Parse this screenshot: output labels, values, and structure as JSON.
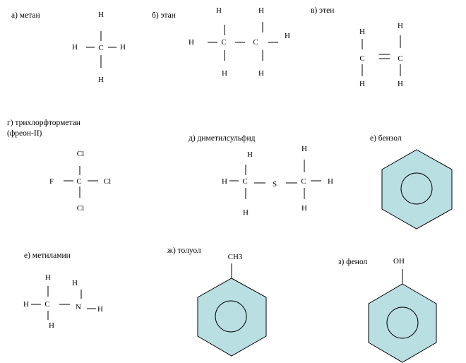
{
  "colors": {
    "ring_fill": "#b9dfe2",
    "stroke": "#000000"
  },
  "captions": {
    "a": "а) метан",
    "b": "б) этан",
    "v": "в) этен",
    "g1": "г) трихлорфторметан",
    "g2": "(фреон-II)",
    "d": "д) диметилсульфид",
    "e_benz": "е) бензол",
    "e_methylamine": "е) метиламин",
    "zh": "ж) толуол",
    "z": "з) фенол"
  },
  "atoms": {
    "H": "H",
    "C": "C",
    "F": "F",
    "Cl": "Cl",
    "S": "S",
    "N": "N"
  },
  "substituents": {
    "toluene": "CH3",
    "phenol": "OH"
  }
}
